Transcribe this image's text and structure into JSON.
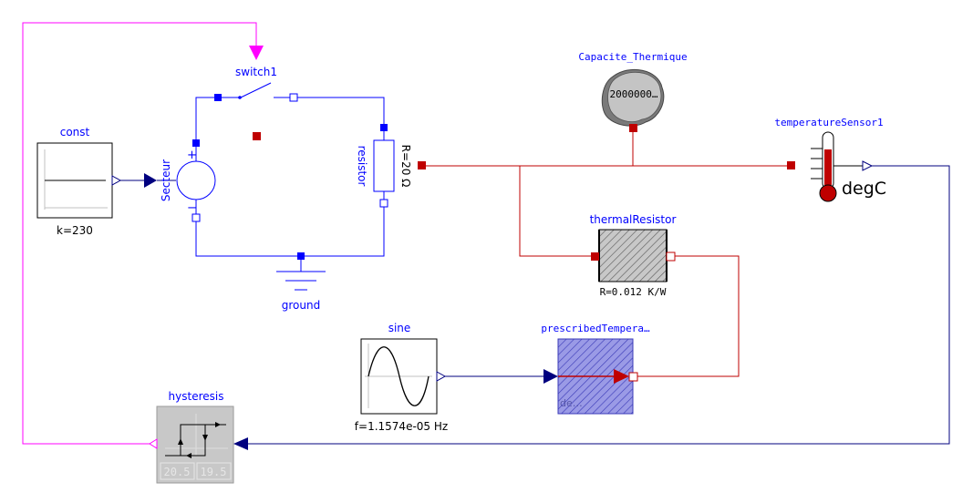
{
  "colors": {
    "electrical": "#0000ff",
    "thermal": "#bf0000",
    "signal": "#00007f",
    "boolean": "#ff00ff",
    "label_blue": "#0000ff",
    "param_black": "#000000"
  },
  "components": {
    "const": {
      "name": "const",
      "param": "k=230"
    },
    "secteur": {
      "name": "Secteur",
      "plus": "+",
      "minus": "−"
    },
    "switch1": {
      "name": "switch1"
    },
    "resistor": {
      "name": "resistor",
      "param": "R=20 Ω"
    },
    "ground": {
      "name": "ground"
    },
    "capacite": {
      "name": "Capacite_Thermique",
      "value": "2000000…"
    },
    "temperature_sensor": {
      "name": "temperatureSensor1",
      "unit": "degC"
    },
    "thermal_resistor": {
      "name": "thermalResistor",
      "param": "R=0.012 K/W"
    },
    "sine": {
      "name": "sine",
      "param": "f=1.1574e-05 Hz"
    },
    "prescribed": {
      "name": "prescribedTempera…",
      "unit_hint": "de…"
    },
    "hysteresis": {
      "name": "hysteresis",
      "upper": "20.5",
      "lower": "19.5"
    }
  }
}
